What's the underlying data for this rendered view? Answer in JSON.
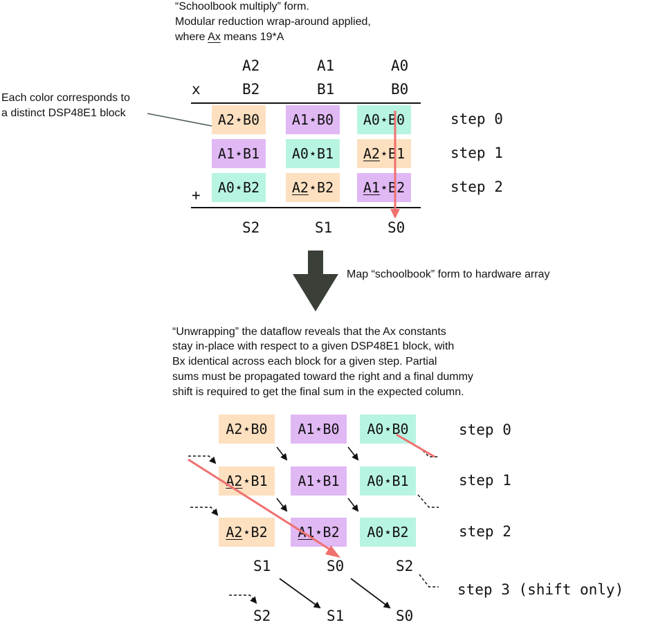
{
  "top_note": {
    "line1": "“Schoolbook multiply” form.",
    "line2": "Modular reduction wrap-around applied,",
    "line3_pre": "where ",
    "line3_ax": "Ax",
    "line3_post": " means 19*A"
  },
  "side_note": {
    "line1": "Each color corresponds to",
    "line2": "a distinct DSP48E1 block"
  },
  "schoolbook": {
    "row_a": [
      "A2",
      "A1",
      "A0"
    ],
    "row_b": [
      "B2",
      "B1",
      "B0"
    ],
    "times": "x",
    "plus": "+",
    "sums": [
      "S2",
      "S1",
      "S0"
    ],
    "steps": [
      "step 0",
      "step 1",
      "step 2"
    ],
    "cells": [
      [
        {
          "pre": "",
          "u": "",
          "post": "A2⋆B0",
          "color": "orange"
        },
        {
          "pre": "",
          "u": "",
          "post": "A1⋆B0",
          "color": "purple"
        },
        {
          "pre": "",
          "u": "",
          "post": "A0⋆B0",
          "color": "teal"
        }
      ],
      [
        {
          "pre": "",
          "u": "",
          "post": "A1⋆B1",
          "color": "purple"
        },
        {
          "pre": "",
          "u": "",
          "post": "A0⋆B1",
          "color": "teal"
        },
        {
          "pre": "",
          "u": "A2",
          "post": "⋆B1",
          "color": "orange"
        }
      ],
      [
        {
          "pre": "",
          "u": "",
          "post": "A0⋆B2",
          "color": "teal"
        },
        {
          "pre": "",
          "u": "A2",
          "post": "⋆B2",
          "color": "orange"
        },
        {
          "pre": "",
          "u": "A1",
          "post": "⋆B2",
          "color": "purple"
        }
      ]
    ]
  },
  "map_label": "Map “schoolbook” form to hardware array",
  "unwrap_note": {
    "line1": "“Unwrapping” the dataflow reveals that the Ax constants",
    "line2": "stay in-place with respect to a given DSP48E1 block, with",
    "line3": "Bx identical across each block for a given step. Partial",
    "line4": "sums must be propagated toward the right and a final dummy",
    "line5": "shift is required to get the final sum in the expected column."
  },
  "hardware": {
    "cells": [
      [
        {
          "u": "",
          "post": "A2⋆B0",
          "color": "orange"
        },
        {
          "u": "",
          "post": "A1⋆B0",
          "color": "purple"
        },
        {
          "u": "",
          "post": "A0⋆B0",
          "color": "teal"
        }
      ],
      [
        {
          "u": "A2",
          "post": "⋆B1",
          "color": "orange"
        },
        {
          "u": "",
          "post": "A1⋆B1",
          "color": "purple"
        },
        {
          "u": "",
          "post": "A0⋆B1",
          "color": "teal"
        }
      ],
      [
        {
          "u": "A2",
          "post": "⋆B2",
          "color": "orange"
        },
        {
          "u": "A1",
          "post": "⋆B2",
          "color": "purple"
        },
        {
          "u": "",
          "post": "A0⋆B2",
          "color": "teal"
        }
      ]
    ],
    "steps": [
      "step 0",
      "step 1",
      "step 2",
      "step 3 (shift only)"
    ],
    "sums_row1": [
      "S1",
      "S0",
      "S2"
    ],
    "sums_row2": [
      "S2",
      "S1",
      "S0"
    ]
  },
  "colors": {
    "orange": "#fce0c0",
    "purple": "#e0b8f4",
    "teal": "#b8f4e2",
    "red_arrow": "#f07070",
    "big_arrow": "#3a4038"
  }
}
